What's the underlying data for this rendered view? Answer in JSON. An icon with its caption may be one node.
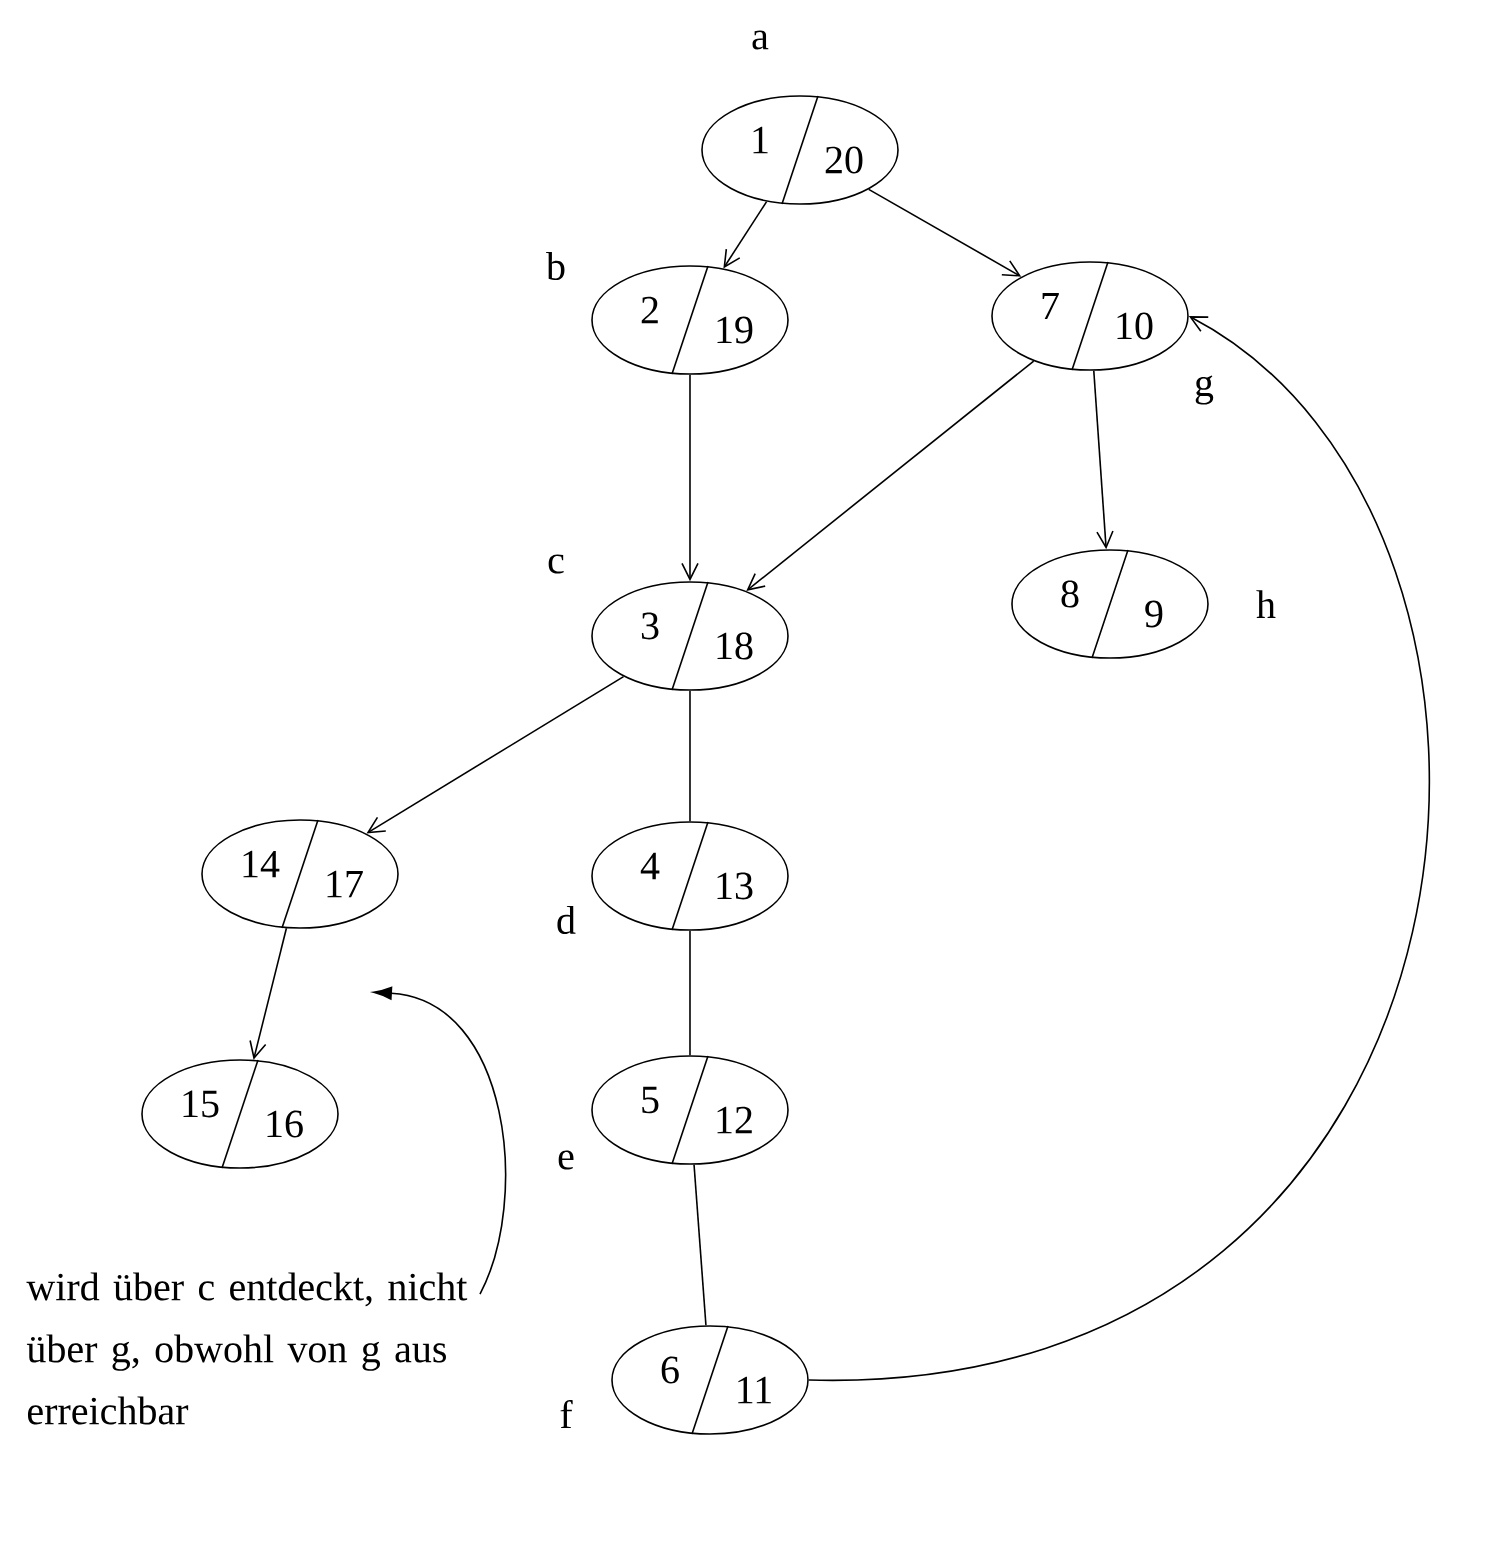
{
  "diagram": {
    "nodes": [
      {
        "text": [
          "1",
          "20"
        ],
        "beside": [
          "a"
        ]
      },
      {
        "text": [
          "2",
          "19"
        ],
        "beside": [
          "b"
        ]
      },
      {
        "text": [
          "7",
          "10"
        ],
        "beside": [
          "g"
        ]
      },
      {
        "text": [
          "3",
          "18"
        ],
        "beside": [
          "c"
        ]
      },
      {
        "text": [
          "8",
          "9"
        ],
        "beside": [
          "h"
        ]
      },
      {
        "text": [
          "14",
          "17"
        ]
      },
      {
        "text": [
          "4",
          "13"
        ],
        "beside": [
          "d"
        ]
      },
      {
        "text": [
          "15",
          "16"
        ]
      },
      {
        "text": [
          "5",
          "12"
        ],
        "beside": [
          "e"
        ]
      },
      {
        "text": [
          "6",
          "11"
        ],
        "beside": [
          "f"
        ]
      },
      {
        "text": [
          "wird über c entdeckt, nicht über g, obwohl von g aus erreichbar"
        ]
      }
    ],
    "edges": [
      {
        "from": 0,
        "to": 1,
        "arrow": "to"
      },
      {
        "from": 0,
        "to": 2,
        "arrow": "to"
      },
      {
        "from": 1,
        "to": 3,
        "arrow": "to"
      },
      {
        "from": 2,
        "to": 3,
        "arrow": "to"
      },
      {
        "from": 2,
        "to": 4,
        "arrow": "to"
      },
      {
        "from": 3,
        "to": 5,
        "arrow": "to"
      },
      {
        "from": 3,
        "to": 6,
        "arrow": "none"
      },
      {
        "from": 5,
        "to": 7,
        "arrow": "to"
      },
      {
        "from": 6,
        "to": 8,
        "arrow": "none"
      },
      {
        "from": 8,
        "to": 9,
        "arrow": "none"
      },
      {
        "from": 9,
        "to": 2,
        "arrow": "to"
      },
      {
        "from": 10,
        "to": null,
        "arrow": "to"
      }
    ]
  }
}
